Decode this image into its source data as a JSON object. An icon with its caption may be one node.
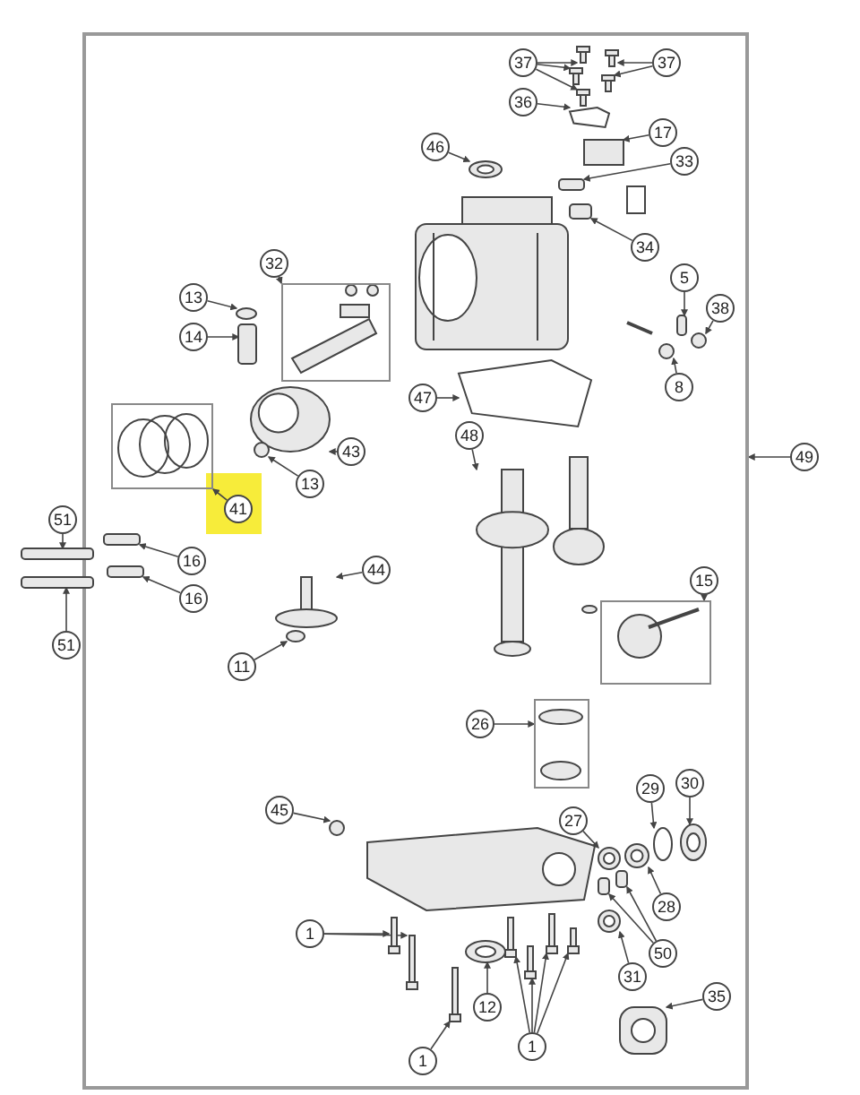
{
  "diagram": {
    "nodes": [
      {
        "text": [],
        "shape": "box"
      },
      {
        "text": [
          "37"
        ],
        "in": 0
      },
      {
        "text": [
          "37"
        ],
        "in": 0
      },
      {
        "text": [
          "36"
        ],
        "in": 0
      },
      {
        "text": [
          "17"
        ],
        "in": 0
      },
      {
        "text": [
          "46"
        ],
        "in": 0
      },
      {
        "text": [
          "33"
        ],
        "in": 0
      },
      {
        "text": [
          "34"
        ],
        "in": 0
      },
      {
        "text": [
          "32"
        ],
        "in": 0
      },
      {
        "text": [],
        "shape": "box",
        "in": 0
      },
      {
        "text": [
          "5"
        ],
        "in": 0
      },
      {
        "text": [
          "13"
        ],
        "in": 0
      },
      {
        "text": [
          "38"
        ],
        "in": 0
      },
      {
        "text": [
          "14"
        ],
        "in": 0
      },
      {
        "text": [
          "8"
        ],
        "in": 0
      },
      {
        "text": [
          "47"
        ],
        "in": 0
      },
      {
        "text": [],
        "shape": "box",
        "in": 0
      },
      {
        "text": [
          "43"
        ],
        "in": 0
      },
      {
        "text": [
          "48"
        ],
        "in": 0
      },
      {
        "text": [
          "49"
        ]
      },
      {
        "text": [
          "13"
        ],
        "in": 0
      },
      {
        "text": [
          "41"
        ],
        "in": 0
      },
      {
        "text": [
          "51"
        ]
      },
      {
        "text": [
          "16"
        ],
        "in": 0
      },
      {
        "text": [
          "44"
        ],
        "in": 0
      },
      {
        "text": [
          "15"
        ],
        "in": 0
      },
      {
        "text": [],
        "shape": "box",
        "in": 0
      },
      {
        "text": [
          "16"
        ],
        "in": 0
      },
      {
        "text": [
          "51"
        ]
      },
      {
        "text": [
          "11"
        ],
        "in": 0
      },
      {
        "text": [
          "26"
        ],
        "in": 0
      },
      {
        "text": [],
        "shape": "box",
        "in": 0
      },
      {
        "text": [
          "29"
        ],
        "in": 0
      },
      {
        "text": [
          "30"
        ],
        "in": 0
      },
      {
        "text": [
          "45"
        ],
        "in": 0
      },
      {
        "text": [
          "27"
        ],
        "in": 0
      },
      {
        "text": [
          "28"
        ],
        "in": 0
      },
      {
        "text": [
          "1"
        ],
        "in": 0
      },
      {
        "text": [
          "50"
        ],
        "in": 0
      },
      {
        "text": [
          "31"
        ],
        "in": 0
      },
      {
        "text": [
          "35"
        ],
        "in": 0
      },
      {
        "text": [
          "12"
        ],
        "in": 0
      },
      {
        "text": [
          "1"
        ],
        "in": 0
      },
      {
        "text": [
          "1"
        ],
        "in": 0
      },
      {
        "text": [],
        "shape": "picture",
        "in": 0
      },
      {
        "text": [],
        "shape": "picture",
        "in": 0
      },
      {
        "text": [],
        "shape": "picture",
        "in": 0
      },
      {
        "text": [],
        "shape": "picture",
        "in": 0
      },
      {
        "text": [],
        "shape": "picture",
        "in": 0
      },
      {
        "text": [],
        "shape": "picture",
        "in": 0
      },
      {
        "text": [],
        "shape": "box",
        "in": 0
      },
      {
        "text": [],
        "shape": "picture",
        "in": 0
      },
      {
        "text": [],
        "shape": "bar",
        "in": 0
      },
      {
        "text": [],
        "shape": "bar",
        "in": 0
      },
      {
        "text": [],
        "shape": "bar",
        "in": 0
      },
      {
        "text": [],
        "shape": "circle",
        "in": 0
      },
      {
        "text": [],
        "shape": "circle",
        "in": 0
      },
      {
        "text": [],
        "shape": "circle",
        "in": 0
      },
      {
        "text": [],
        "shape": "bar",
        "in": 0
      },
      {
        "text": [],
        "shape": "picture",
        "in": 0
      },
      {
        "text": [],
        "shape": "picture",
        "in": 0
      },
      {
        "text": [],
        "shape": "circle",
        "in": 0
      },
      {
        "text": [],
        "shape": "picture",
        "in": 0
      },
      {
        "text": [],
        "shape": "bar"
      },
      {
        "text": [],
        "shape": "bar",
        "in": 0
      },
      {
        "text": [],
        "shape": "bar",
        "in": 0
      },
      {
        "text": [],
        "shape": "picture",
        "in": 0
      },
      {
        "text": [],
        "shape": "bar"
      },
      {
        "text": [],
        "shape": "circle",
        "in": 0
      },
      {
        "text": [],
        "shape": "circle",
        "in": 0
      },
      {
        "text": [],
        "shape": "circle",
        "in": 0
      },
      {
        "text": [],
        "shape": "picture",
        "in": 0
      },
      {
        "text": [],
        "shape": "picture",
        "in": 0
      },
      {
        "text": [],
        "shape": "picture",
        "in": 0
      },
      {
        "text": [],
        "shape": "bar",
        "in": 0
      },
      {
        "text": [],
        "shape": "bar",
        "in": 0
      },
      {
        "text": [],
        "shape": "picture",
        "in": 0
      },
      {
        "text": [],
        "shape": "picture",
        "in": 0
      },
      {
        "text": [],
        "shape": "picture",
        "in": 0
      },
      {
        "text": [],
        "shape": "picture",
        "in": 0
      },
      {
        "text": [],
        "shape": "picture",
        "in": 0
      },
      {
        "text": [],
        "shape": "picture",
        "in": 0
      },
      {
        "text": [],
        "shape": "picture",
        "in": 0
      },
      {
        "text": [],
        "shape": "picture",
        "in": 0
      },
      {
        "text": [],
        "shape": "picture",
        "in": 0
      },
      {
        "text": [],
        "shape": "picture",
        "in": 0
      }
    ],
    "edges": [
      {
        "from": 1,
        "to": 44,
        "arrow": "to"
      },
      {
        "from": 1,
        "to": 45,
        "arrow": "to"
      },
      {
        "from": 1,
        "to": 46,
        "arrow": "to"
      },
      {
        "from": 2,
        "to": 47,
        "arrow": "to"
      },
      {
        "from": 2,
        "to": 48,
        "arrow": "to"
      },
      {
        "from": 3,
        "to": 49,
        "arrow": "to"
      },
      {
        "from": 4,
        "to": 50,
        "arrow": "to"
      },
      {
        "from": 5,
        "to": 51,
        "arrow": "to"
      },
      {
        "from": 6,
        "to": 52,
        "arrow": "to"
      },
      {
        "from": 7,
        "to": 53,
        "arrow": "to"
      },
      {
        "from": 8,
        "to": 9,
        "arrow": "to"
      },
      {
        "from": 10,
        "to": 54,
        "arrow": "to"
      },
      {
        "from": 11,
        "to": 57,
        "arrow": "to"
      },
      {
        "from": 12,
        "to": 55,
        "arrow": "to"
      },
      {
        "from": 13,
        "to": 58,
        "arrow": "to"
      },
      {
        "from": 14,
        "to": 56,
        "arrow": "to"
      },
      {
        "from": 15,
        "to": 59,
        "arrow": "to"
      },
      {
        "from": 17,
        "to": 60,
        "arrow": "to"
      },
      {
        "from": 18,
        "to": 62,
        "arrow": "to"
      },
      {
        "from": 19,
        "to": 0,
        "arrow": "to"
      },
      {
        "from": 20,
        "to": 61,
        "arrow": "to"
      },
      {
        "from": 21,
        "to": 16,
        "arrow": "to"
      },
      {
        "from": 22,
        "to": 63,
        "arrow": "to"
      },
      {
        "from": 23,
        "to": 64,
        "arrow": "to"
      },
      {
        "from": 24,
        "to": 66,
        "arrow": "to"
      },
      {
        "from": 25,
        "to": 26,
        "arrow": "to"
      },
      {
        "from": 27,
        "to": 65,
        "arrow": "to"
      },
      {
        "from": 28,
        "to": 67,
        "arrow": "to"
      },
      {
        "from": 29,
        "to": 68,
        "arrow": "to"
      },
      {
        "from": 30,
        "to": 31,
        "arrow": "to"
      },
      {
        "from": 32,
        "to": 70,
        "arrow": "to"
      },
      {
        "from": 33,
        "to": 71,
        "arrow": "to"
      },
      {
        "from": 34,
        "to": 69,
        "arrow": "to"
      },
      {
        "from": 35,
        "to": 72,
        "arrow": "to"
      },
      {
        "from": 36,
        "to": 73,
        "arrow": "to"
      },
      {
        "from": 37,
        "to": 79,
        "arrow": "to"
      },
      {
        "from": 37,
        "to": 80,
        "arrow": "to"
      },
      {
        "from": 38,
        "to": 74,
        "arrow": "to"
      },
      {
        "from": 38,
        "to": 75,
        "arrow": "to"
      },
      {
        "from": 39,
        "to": 76,
        "arrow": "to"
      },
      {
        "from": 40,
        "to": 77,
        "arrow": "to"
      },
      {
        "from": 41,
        "to": 78,
        "arrow": "to"
      },
      {
        "from": 42,
        "to": 82,
        "arrow": "to"
      },
      {
        "from": 42,
        "to": 83,
        "arrow": "to"
      },
      {
        "from": 42,
        "to": 84,
        "arrow": "to"
      },
      {
        "from": 42,
        "to": 85,
        "arrow": "to"
      },
      {
        "from": 43,
        "to": 81,
        "arrow": "to"
      }
    ]
  }
}
